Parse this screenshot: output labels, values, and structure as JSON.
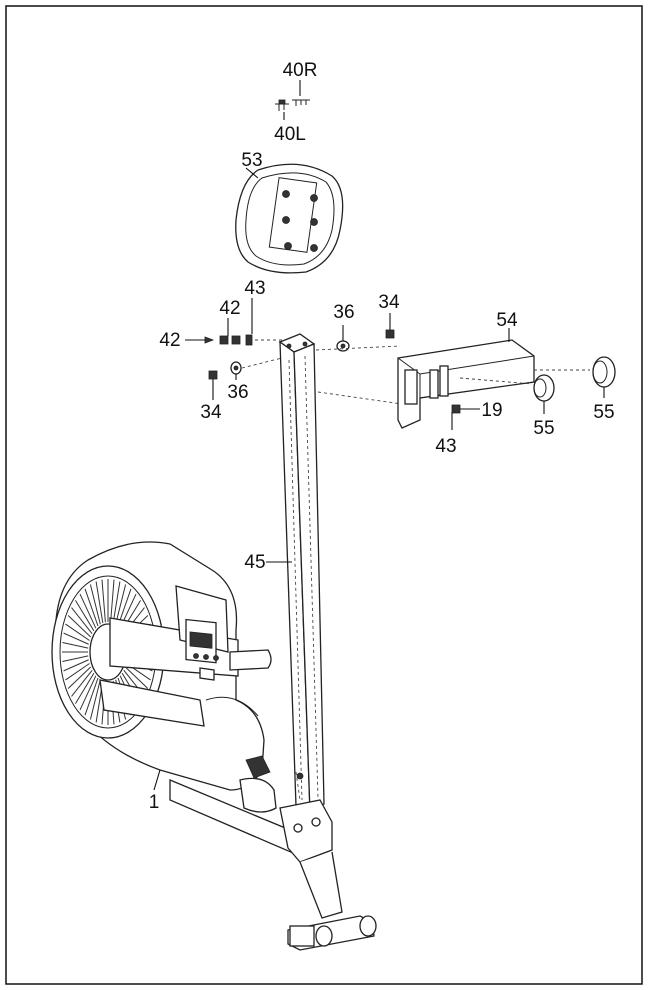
{
  "labels": {
    "p40R": "40R",
    "p40L": "40L",
    "p53": "53",
    "p42a": "42",
    "p43a": "43",
    "p42b": "42",
    "p36a": "36",
    "p34a": "34",
    "p54": "54",
    "p34b": "34",
    "p36b": "36",
    "p19": "19",
    "p43b": "43",
    "p55a": "55",
    "p55b": "55",
    "p45": "45",
    "p1": "1"
  }
}
